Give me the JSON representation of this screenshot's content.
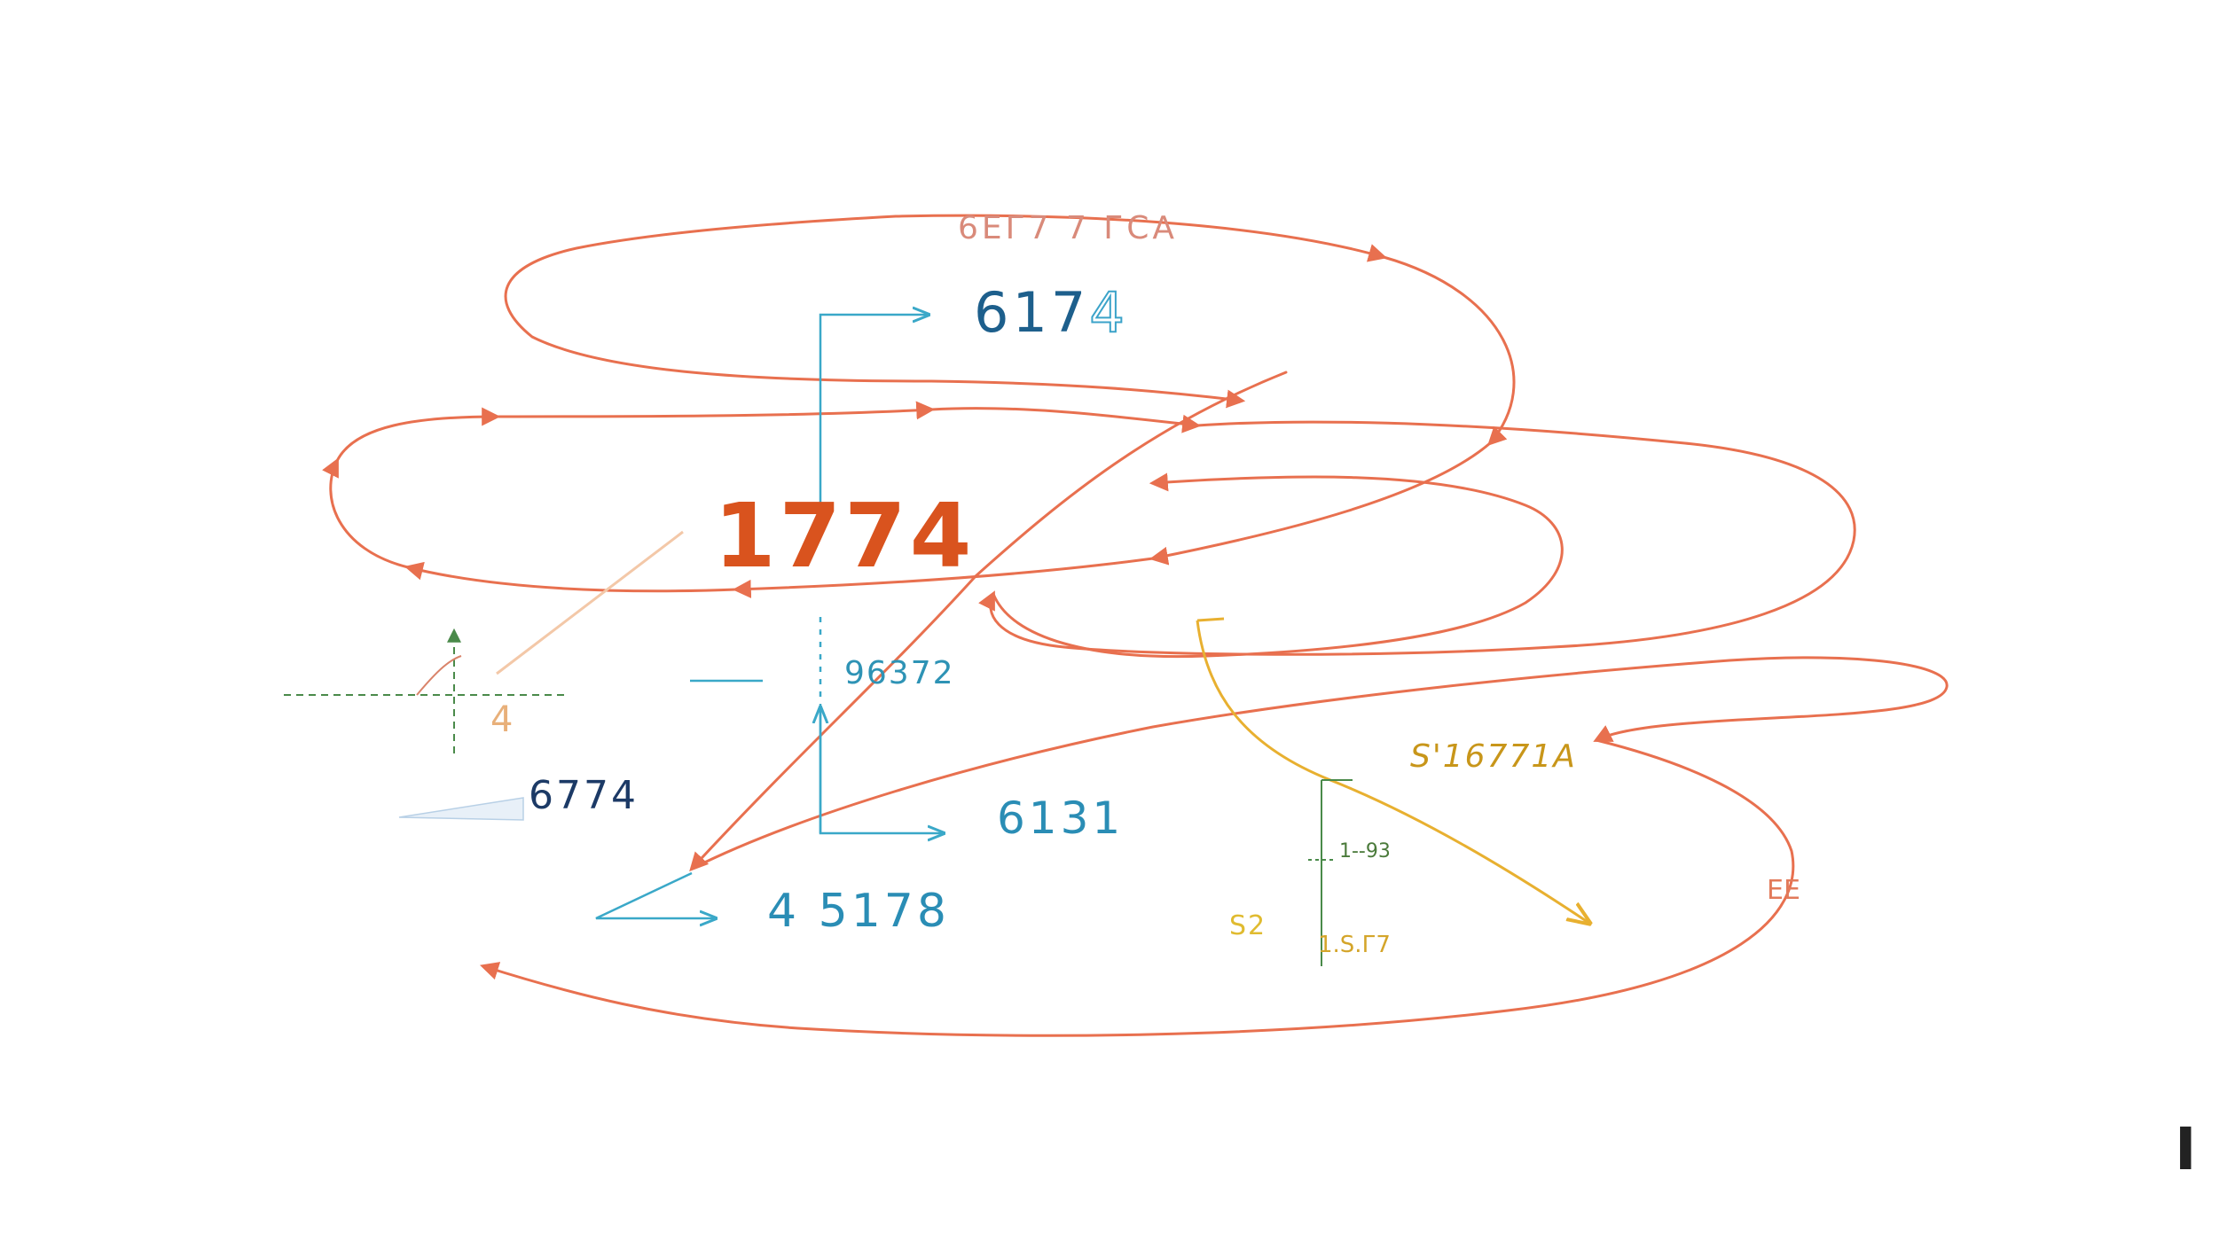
{
  "labels": {
    "main_number": "1774",
    "top_number_digits": "617",
    "top_number_last": "4",
    "faint_top_number": "6ЕГ7 7 ГСА",
    "mid_number": "96372",
    "left_number": "6774",
    "lower_number": "6131",
    "bottom_number": "4 5178",
    "right_yellow_number": "S'16771А",
    "bottom_yellow_number": "S2",
    "bottom_yellow_fragment": "1.S.Г7",
    "green_fragment": "1--93",
    "right_red_fragment": "ЕЕ",
    "left_small_fragment": "4",
    "corner_mark": "I"
  },
  "colors": {
    "loop_stroke": "#e8704f",
    "teal": "#3aa8c8",
    "navy": "#1c3a66",
    "orange_main": "#d9531e",
    "yellow": "#e8b030",
    "green": "#4a8a4a"
  }
}
